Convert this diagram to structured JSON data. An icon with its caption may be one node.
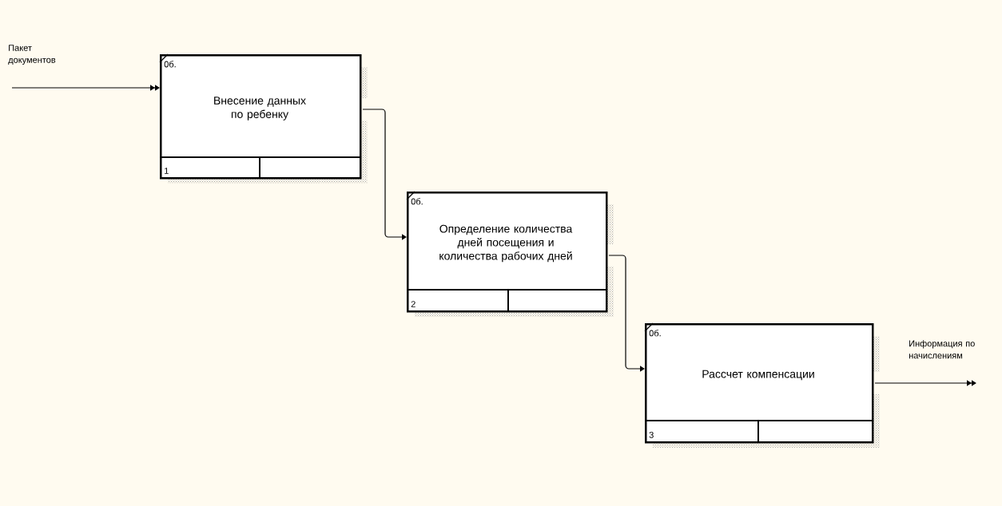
{
  "diagram": {
    "nodes": [
      {
        "text": [
          "0б.",
          "Внесение данных по ребенку",
          "1"
        ]
      },
      {
        "text": [
          "0б.",
          "Определение количества дней посещения и количества рабочих дней",
          "2"
        ]
      },
      {
        "text": [
          "0б.",
          "Рассчет компенсации",
          "3"
        ]
      }
    ],
    "edges": [
      {
        "from": null,
        "to": 0,
        "arrow": "to",
        "label": "Пакет документов"
      },
      {
        "from": 0,
        "to": 1,
        "arrow": "to"
      },
      {
        "from": 1,
        "to": 2,
        "arrow": "to"
      },
      {
        "from": 2,
        "to": null,
        "arrow": "to",
        "label": "Информация по начислениям"
      }
    ]
  }
}
